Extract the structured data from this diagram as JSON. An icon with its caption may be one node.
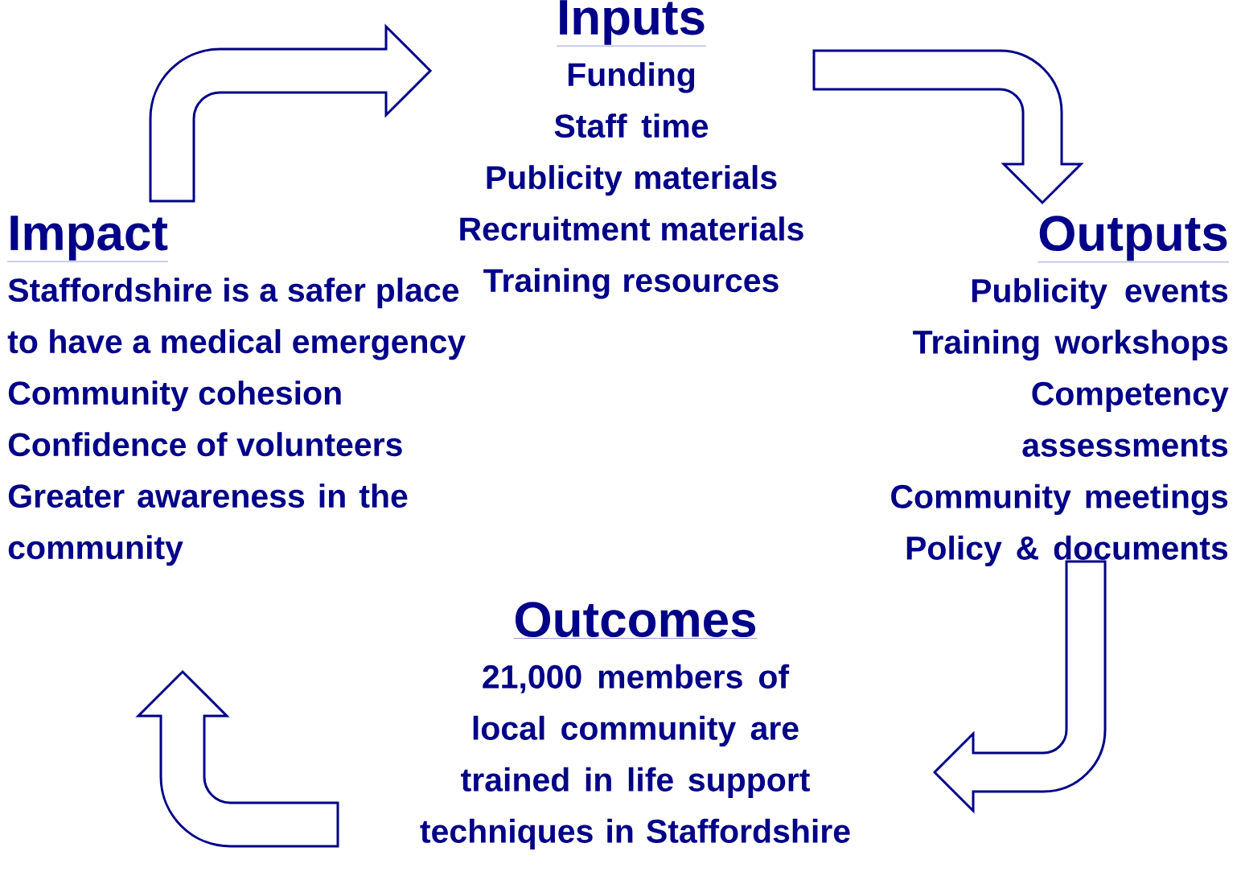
{
  "diagram": {
    "nodes": [
      {
        "text": [
          "Inputs",
          "Funding",
          "Staff time",
          "Publicity materials",
          "Recruitment materials",
          "Training resources"
        ]
      },
      {
        "text": [
          "Outputs",
          "Publicity events",
          "Training workshops",
          "Competency assessments",
          "Community meetings",
          "Policy & documents"
        ]
      },
      {
        "text": [
          "Outcomes",
          "21,000 members of local community are trained in life support techniques in Staffordshire"
        ]
      },
      {
        "text": [
          "Impact",
          "Staffordshire is a safer place to have a medical emergency",
          "Community cohesion",
          "Confidence of volunteers",
          "Greater awareness in the community"
        ]
      }
    ],
    "edges": [
      {
        "from": 3,
        "to": 0,
        "arrow": "to"
      },
      {
        "from": 0,
        "to": 1,
        "arrow": "to"
      },
      {
        "from": 1,
        "to": 2,
        "arrow": "to"
      },
      {
        "from": 2,
        "to": 3,
        "arrow": "to"
      }
    ]
  }
}
